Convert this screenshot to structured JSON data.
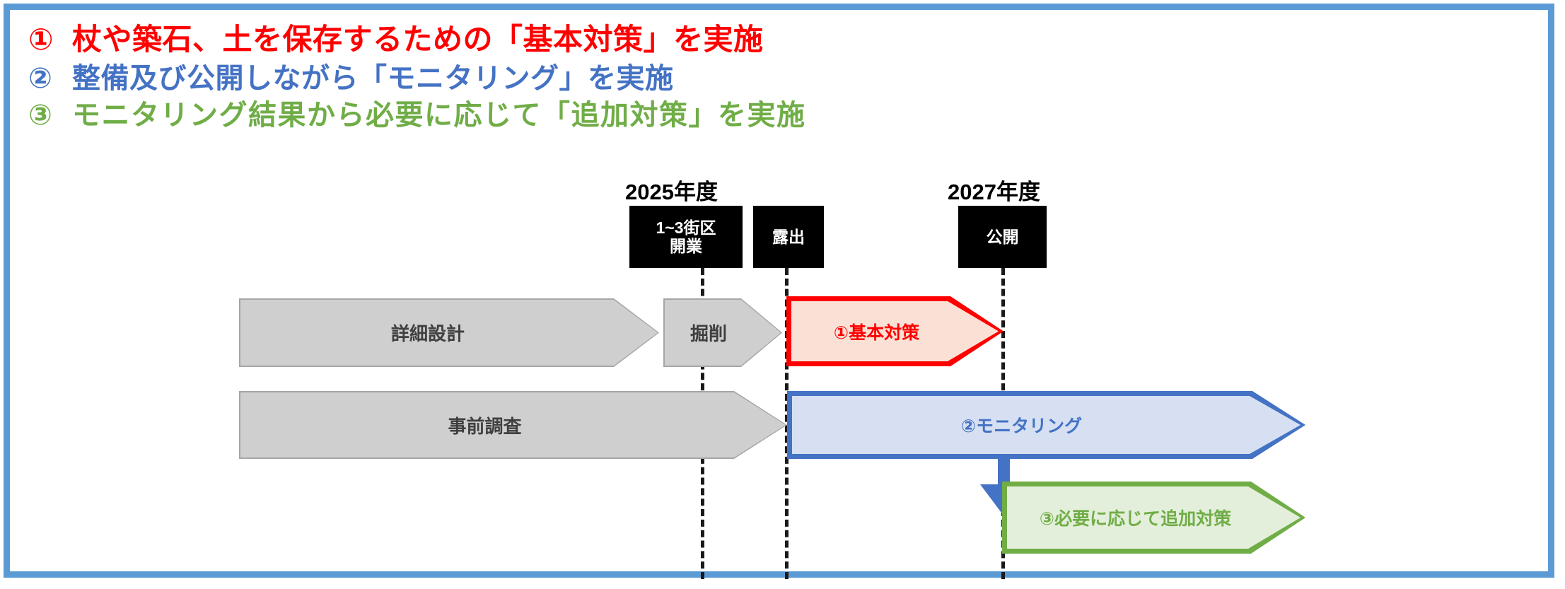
{
  "header": {
    "lines": [
      {
        "marker": "①",
        "text": "杖や築石、土を保存するための「基本対策」を実施",
        "color": "#FF0000"
      },
      {
        "marker": "②",
        "text": "整備及び公開しながら「モニタリング」を実施",
        "color": "#4472C4"
      },
      {
        "marker": "③",
        "text": "モニタリング結果から必要に応じて「追加対策」を実施",
        "color": "#70AD47"
      }
    ]
  },
  "timeline": {
    "year_labels": [
      {
        "id": "fy2025",
        "text": "2025年度"
      },
      {
        "id": "fy2027",
        "text": "2027年度"
      }
    ],
    "milestones": [
      {
        "id": "kaigyou",
        "line1": "1~3街区",
        "line2": "開業"
      },
      {
        "id": "roshutsu",
        "line1": "露出",
        "line2": ""
      },
      {
        "id": "koukai",
        "line1": "公開",
        "line2": ""
      }
    ],
    "rows": [
      {
        "id": "row-1",
        "phases": [
          {
            "id": "shousai-sekkei",
            "label": "詳細設計",
            "style": "gray"
          },
          {
            "id": "kussaku",
            "label": "掘削",
            "style": "gray"
          },
          {
            "id": "kihon-taisaku",
            "label": "①基本対策",
            "style": "red"
          }
        ]
      },
      {
        "id": "row-2",
        "phases": [
          {
            "id": "jizen-chousa",
            "label": "事前調査",
            "style": "gray"
          },
          {
            "id": "monitoring",
            "label": "②モニタリング",
            "style": "blue"
          }
        ]
      },
      {
        "id": "row-3",
        "phases": [
          {
            "id": "tsuika-taisaku",
            "label": "③必要に応じて追加対策",
            "style": "green"
          }
        ]
      }
    ]
  },
  "colors": {
    "frame_border": "#5B9BD5",
    "red": "#FF0000",
    "red_fill": "#FBE0D5",
    "blue": "#4472C4",
    "blue_fill": "#D6E0F2",
    "green": "#70AD47",
    "green_fill": "#E3EFDA",
    "gray_outline": "#A6A6A6",
    "gray_fill": "#CFCFCF",
    "milestone_bg": "#000000",
    "milestone_text": "#FFFFFF"
  }
}
